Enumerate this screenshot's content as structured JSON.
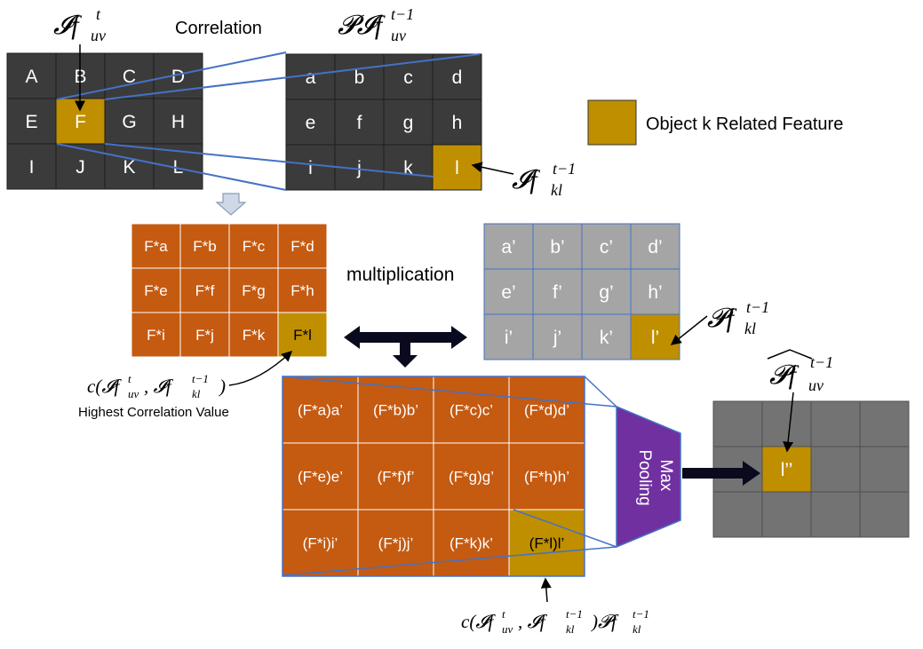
{
  "labels": {
    "correlation": "Correlation",
    "multiplication": "multiplication",
    "max_pooling_line1": "Max",
    "max_pooling_line2": "Pooling",
    "legend": "Object k Related Feature",
    "highest_correlation": "Highest Correlation Value"
  },
  "math": {
    "if_t_uv": "𝓘f",
    "if_t_uv_sup": "t",
    "if_t_uv_sub": "uv",
    "pi_f_prev": "𝓟𝓘f",
    "pi_f_prev_sup": "t−1",
    "pi_f_prev_sub": "uv",
    "if_kl": "𝓘f",
    "if_kl_sup": "t−1",
    "if_kl_sub": "kl",
    "pf_kl": "𝓟f",
    "pf_kl_sup": "t−1",
    "pf_kl_sub": "kl",
    "pf_hat": "𝓟f",
    "pf_hat_sup": "t−1",
    "pf_hat_sub": "uv",
    "corr_expr": "c(𝓘f",
    "corr_expr_t": "t",
    "corr_expr_uv": "uv",
    "corr_expr_mid": ", 𝓘f",
    "corr_expr_t1": "t−1",
    "corr_expr_kl": "kl",
    "corr_expr_end": ")",
    "bottom_expr_a": "c(𝓘f",
    "bottom_expr_t": "t",
    "bottom_expr_uv": "uv",
    "bottom_expr_b": ", 𝓘f",
    "bottom_expr_t1": "t−1",
    "bottom_expr_kl": "kl",
    "bottom_expr_c": ")𝓟f",
    "bottom_expr_t1b": "t−1",
    "bottom_expr_klb": "kl"
  },
  "grids": {
    "current_frame": [
      [
        "A",
        "B",
        "C",
        "D"
      ],
      [
        "E",
        "F",
        "G",
        "H"
      ],
      [
        "I",
        "J",
        "K",
        "L"
      ]
    ],
    "previous_frame": [
      [
        "a",
        "b",
        "c",
        "d"
      ],
      [
        "e",
        "f",
        "g",
        "h"
      ],
      [
        "i",
        "j",
        "k",
        "l"
      ]
    ],
    "correlation_map": [
      [
        "F*a",
        "F*b",
        "F*c",
        "F*d"
      ],
      [
        "F*e",
        "F*f",
        "F*g",
        "F*h"
      ],
      [
        "F*i",
        "F*j",
        "F*k",
        "F*l"
      ]
    ],
    "prev_feature": [
      [
        "a’",
        "b’",
        "c’",
        "d’"
      ],
      [
        "e’",
        "f’",
        "g’",
        "h’"
      ],
      [
        "i’",
        "j’",
        "k’",
        "l’"
      ]
    ],
    "product_map": [
      [
        "(F*a)a’",
        "(F*b)b’",
        "(F*c)c’",
        "(F*d)d’"
      ],
      [
        "(F*e)e’",
        "(F*f)f’",
        "(F*g)g’",
        "(F*h)h’"
      ],
      [
        "(F*i)i’",
        "(F*j)j’",
        "(F*k)k’",
        "(F*l)l’"
      ]
    ],
    "output": [
      [
        "",
        "",
        "",
        ""
      ],
      [
        "",
        "l’’",
        "",
        ""
      ],
      [
        "",
        "",
        "",
        ""
      ]
    ]
  },
  "colors": {
    "dark_cell": "#3b3b3b",
    "gold": "#bf8f00",
    "orange": "#c55a11",
    "light_gray": "#a5a5a5",
    "output_gray": "#737373",
    "purple": "#7030a0",
    "blue_line": "#4472c4",
    "arrow_dark": "#0a0a1e"
  }
}
